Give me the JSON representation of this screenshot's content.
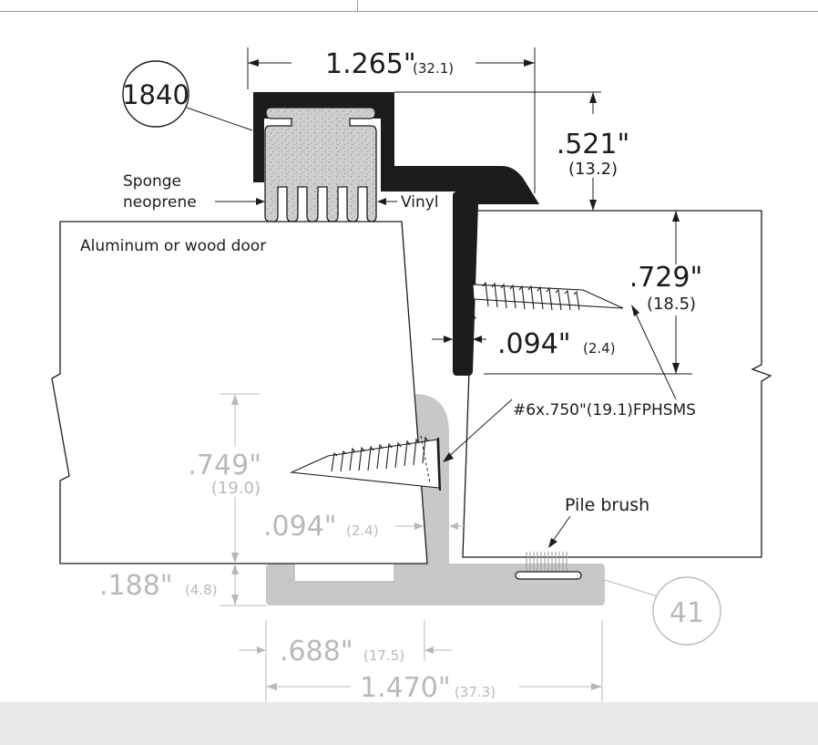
{
  "parts": {
    "top_part": "1840",
    "bottom_part": "41"
  },
  "labels": {
    "sponge_line1": "Sponge",
    "sponge_line2": "neoprene",
    "vinyl": "Vinyl",
    "door": "Aluminum or wood door",
    "screw": "#6x.750\"(19.1)FPHSMS",
    "pile_brush": "Pile brush"
  },
  "dimensions": {
    "top_width": {
      "main": "1.265\"",
      "metric": "(32.1)"
    },
    "top_height": {
      "main": ".521\"",
      "metric": "(13.2)"
    },
    "flange_height": {
      "main": ".729\"",
      "metric": "(18.5)"
    },
    "top_thickness": {
      "main": ".094\"",
      "metric": "(2.4)"
    },
    "bottom_flange_height": {
      "main": ".749\"",
      "metric": "(19.0)"
    },
    "bottom_thickness": {
      "main": ".094\"",
      "metric": "(2.4)"
    },
    "bottom_base_height": {
      "main": ".188\"",
      "metric": "(4.8)"
    },
    "bottom_offset": {
      "main": ".688\"",
      "metric": "(17.5)"
    },
    "bottom_width": {
      "main": "1.470\"",
      "metric": "(37.3)"
    }
  },
  "colors": {
    "dark_part": "#1c1c1c",
    "light_part": "#c8c8c8",
    "sponge": "#cfcfcf",
    "footer_band": "#e9e9eb"
  }
}
